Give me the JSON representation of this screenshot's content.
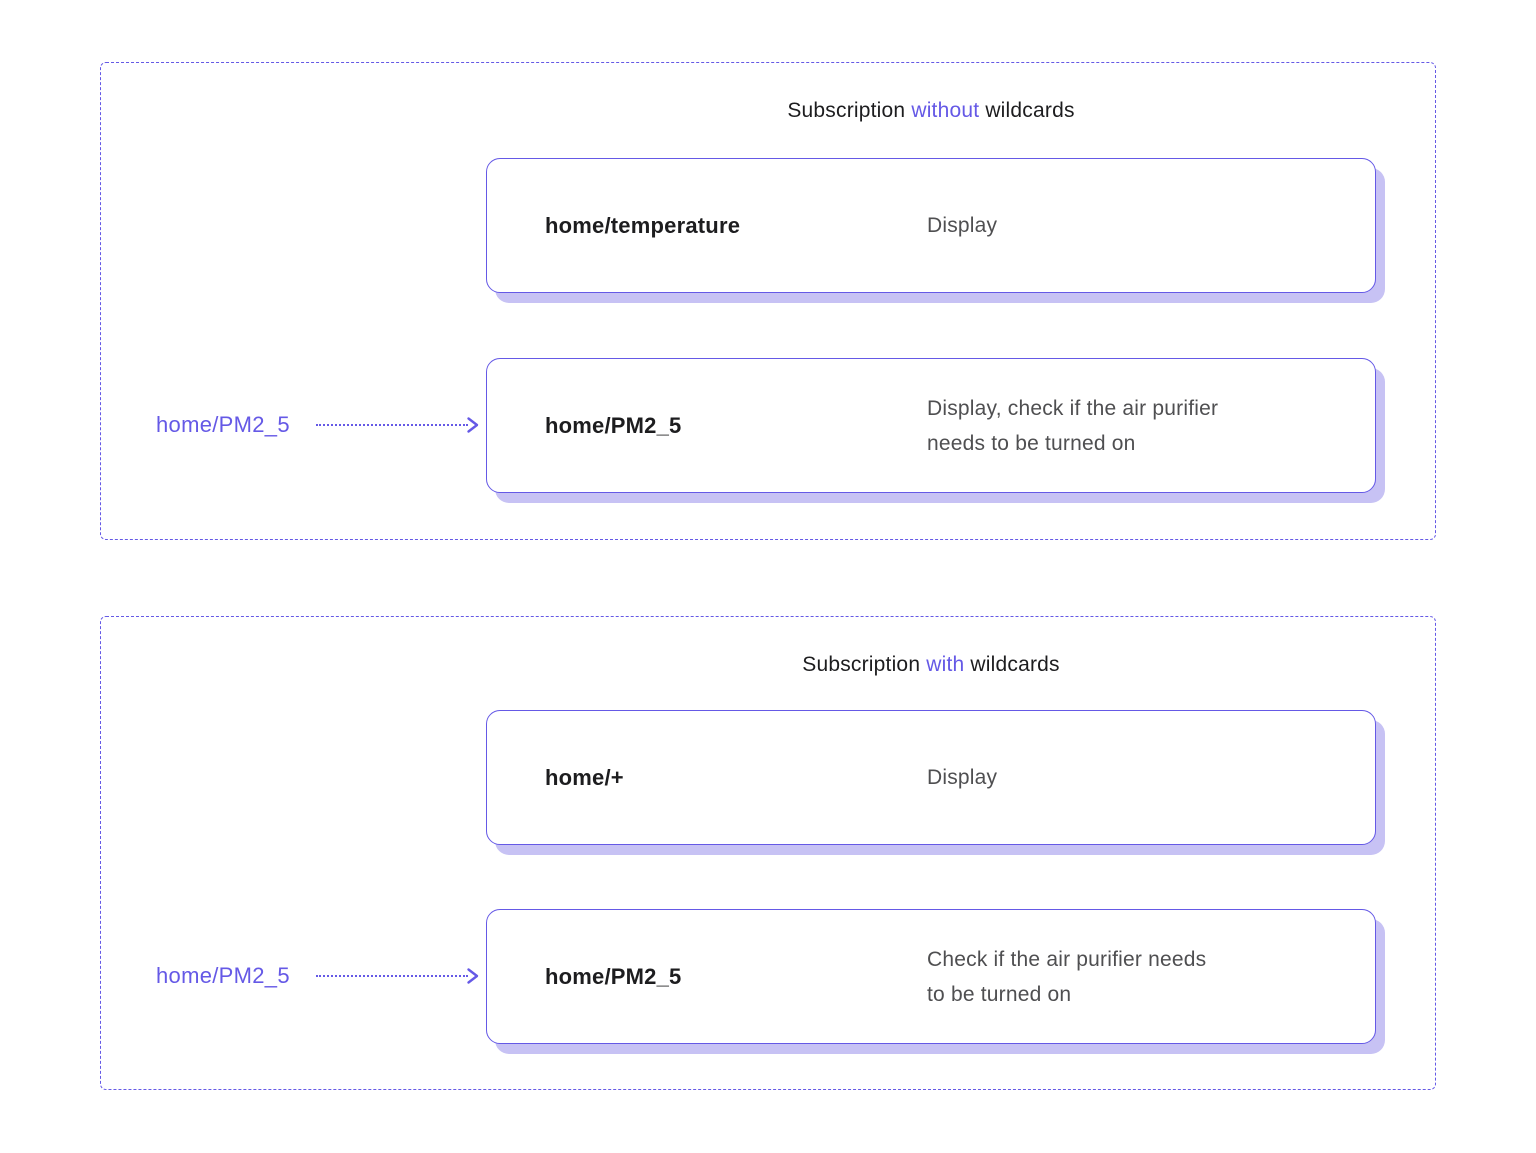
{
  "colors": {
    "accent": "#6559E6",
    "shadow": "#C7C2F4",
    "text_dark": "#1d1d1f",
    "text_gray": "#4f4f51"
  },
  "panels": [
    {
      "id": "subscription-without-wildcards",
      "title": {
        "prefix": "Subscription ",
        "highlight": "without",
        "suffix": " wildcards"
      },
      "incoming": {
        "label": "home/PM2_5"
      },
      "cards": [
        {
          "topic": "home/temperature",
          "action": "Display"
        },
        {
          "topic": "home/PM2_5",
          "action": "Display, check if the air purifier\nneeds to be turned on"
        }
      ]
    },
    {
      "id": "subscription-with-wildcards",
      "title": {
        "prefix": "Subscription ",
        "highlight": "with",
        "suffix": " wildcards"
      },
      "incoming": {
        "label": "home/PM2_5"
      },
      "cards": [
        {
          "topic": "home/+",
          "action": "Display"
        },
        {
          "topic": "home/PM2_5",
          "action": "Check if the air purifier needs\nto be turned on"
        }
      ]
    }
  ]
}
